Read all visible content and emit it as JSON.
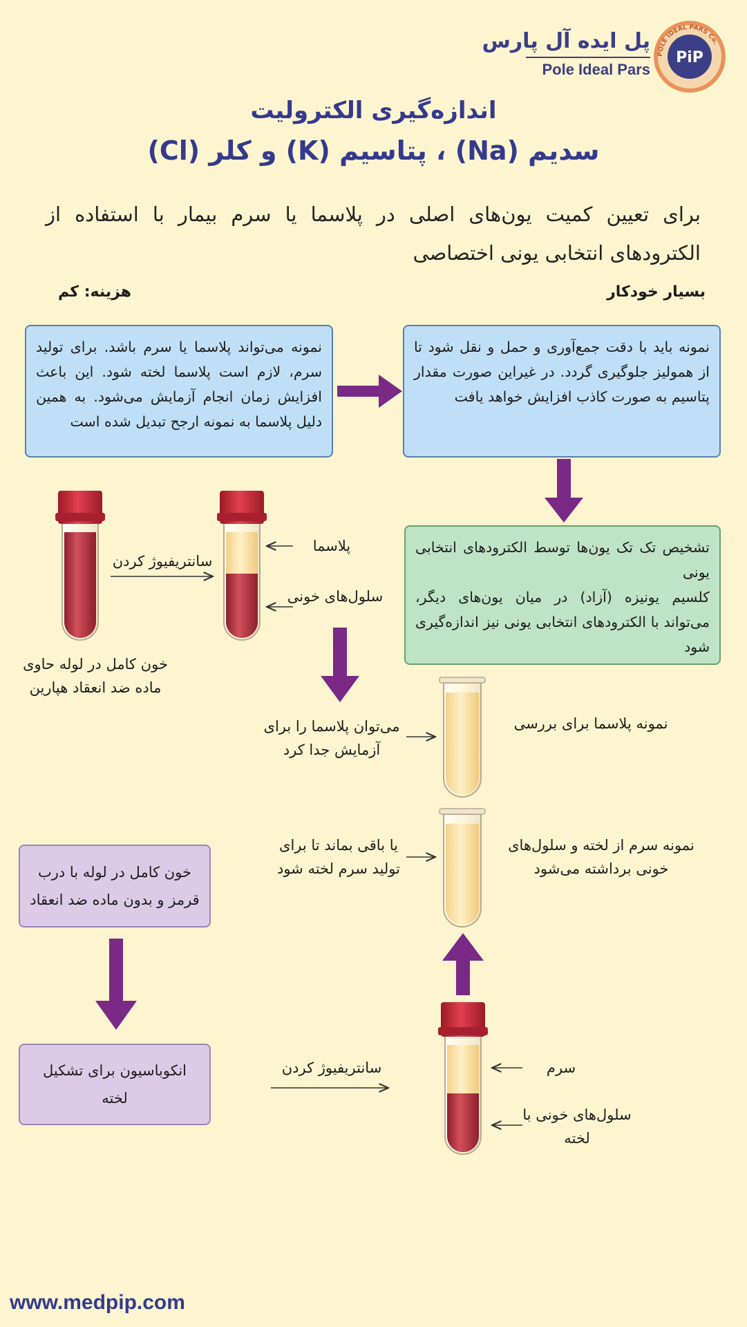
{
  "brand": {
    "name_fa": "پل ایده آل پارس",
    "name_en": "Pole Ideal Pars",
    "badge_ring_text": "POLE IDEAL PARS Co.",
    "badge_letters": "PiP"
  },
  "title": {
    "line1": "اندازه‌گیری الکترولیت",
    "line2": "سدیم (Na) ، پتاسیم (K) و کلر (Cl)"
  },
  "intro": "برای تعیین کمیت یون‌های اصلی در پلاسما یا سرم بیمار با استفاده از الکترودهای انتخابی یونی اختصاصی",
  "labels": {
    "automation": "بسیار خودکار",
    "cost": "هزینه: کم"
  },
  "boxes": {
    "sample": "نمونه باید با دقت جمع‌آوری و حمل و نقل شود تا از همولیز جلوگیری گردد. در غیراین صورت مقدار پتاسیم به صورت کاذب افزایش خواهد یافت",
    "serum": "نمونه می‌تواند پلاسما یا سرم باشد. برای تولید سرم، لازم است پلاسما لخته شود. این باعث افزایش زمان انجام آزمایش می‌شود. به همین دلیل پلاسما به نمونه ارجح تبدیل شده است",
    "ise_line1": "تشخیص تک تک یون‌ها توسط الکترودهای انتخابی یونی",
    "ise_line2": "کلسیم یونیزه (آزاد) در میان یون‌های دیگر، می‌تواند با الکترودهای انتخابی یونی نیز اندازه‌گیری شود",
    "redtube": "خون کامل در لوله با درب قرمز و بدون ماده ضد انعقاد",
    "incubate": "انکوباسیون برای تشکیل لخته"
  },
  "diagram": {
    "centrifuge_1": "سانتریفیوژ کردن",
    "plasma": "پلاسما",
    "blood_cells": "سلول‌های خونی",
    "whole_blood_heparin": "خون کامل در لوله حاوی ماده ضد انعقاد هپارین",
    "separate_plasma": "می‌توان پلاسما را برای آزمایش جدا کرد",
    "plasma_sample": "نمونه پلاسما برای بررسی",
    "stay_clot": "یا باقی بماند تا برای تولید سرم لخته شود",
    "serum_sample": "نمونه سرم از لخته و سلول‌های خونی برداشته می‌شود",
    "centrifuge_2": "سانتریفیوژ کردن",
    "serum": "سرم",
    "cells_with_clot": "سلول‌های خونی با لخته"
  },
  "colors": {
    "navy": "#343a8c",
    "arrow_purple": "#7a2a86",
    "tube_red": "#c83a44",
    "cap_red": "#c8283a",
    "plasma": "#fbe3a8",
    "blood": "#b32a3a"
  },
  "footer": {
    "url": "www.medpip.com"
  }
}
